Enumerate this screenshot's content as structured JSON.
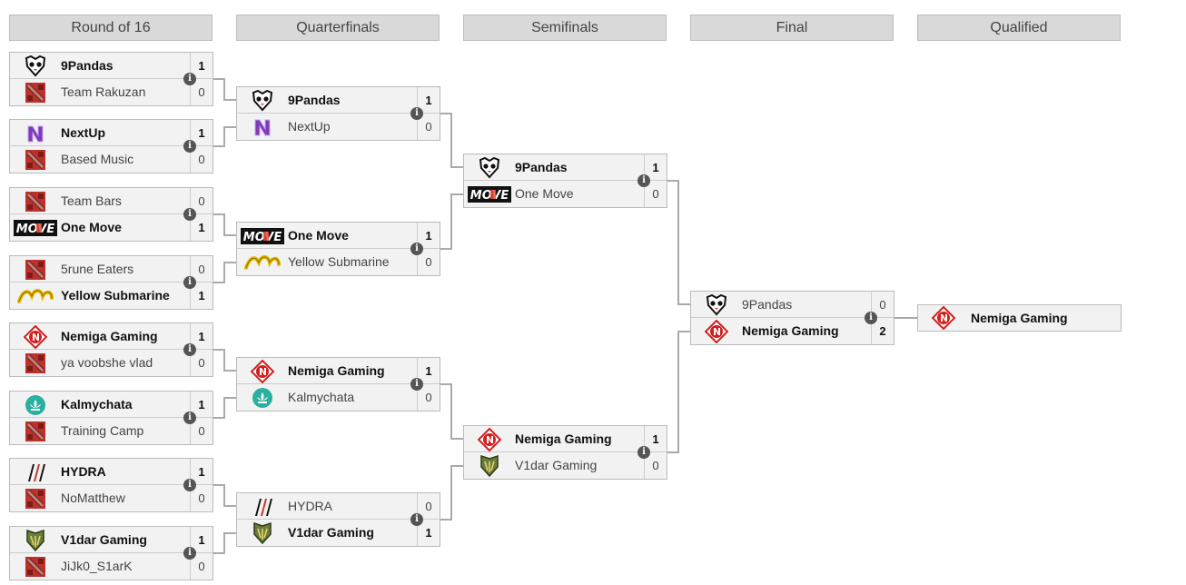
{
  "headers": {
    "r16": "Round of 16",
    "qf": "Quarterfinals",
    "sf": "Semifinals",
    "final": "Final",
    "qualified": "Qualified"
  },
  "info_glyph": "i",
  "colors": {
    "line": "#aaaaaa",
    "header_bg": "#d9d9d9",
    "cell_bg": "#f2f2f2"
  },
  "r16": [
    {
      "t1": "9Pandas",
      "s1": "1",
      "t2": "Team Rakuzan",
      "s2": "0"
    },
    {
      "t1": "NextUp",
      "s1": "1",
      "t2": "Based Music",
      "s2": "0"
    },
    {
      "t1": "Team Bars",
      "s1": "0",
      "t2": "One Move",
      "s2": "1"
    },
    {
      "t1": "5rune Eaters",
      "s1": "0",
      "t2": "Yellow Submarine",
      "s2": "1"
    },
    {
      "t1": "Nemiga Gaming",
      "s1": "1",
      "t2": "ya voobshe vlad",
      "s2": "0"
    },
    {
      "t1": "Kalmychata",
      "s1": "1",
      "t2": "Training Camp",
      "s2": "0"
    },
    {
      "t1": "HYDRA",
      "s1": "1",
      "t2": "NoMatthew",
      "s2": "0"
    },
    {
      "t1": "V1dar Gaming",
      "s1": "1",
      "t2": "JiJk0_S1arK",
      "s2": "0"
    }
  ],
  "qf": [
    {
      "t1": "9Pandas",
      "s1": "1",
      "t2": "NextUp",
      "s2": "0"
    },
    {
      "t1": "One Move",
      "s1": "1",
      "t2": "Yellow Submarine",
      "s2": "0"
    },
    {
      "t1": "Nemiga Gaming",
      "s1": "1",
      "t2": "Kalmychata",
      "s2": "0"
    },
    {
      "t1": "HYDRA",
      "s1": "0",
      "t2": "V1dar Gaming",
      "s2": "1"
    }
  ],
  "sf": [
    {
      "t1": "9Pandas",
      "s1": "1",
      "t2": "One Move",
      "s2": "0"
    },
    {
      "t1": "Nemiga Gaming",
      "s1": "1",
      "t2": "V1dar Gaming",
      "s2": "0"
    }
  ],
  "final": [
    {
      "t1": "9Pandas",
      "s1": "0",
      "t2": "Nemiga Gaming",
      "s2": "2"
    }
  ],
  "qualified": {
    "team": "Nemiga Gaming"
  },
  "logos": {
    "9Pandas": "panda-icon",
    "NextUp": "nextup-icon",
    "One Move": "move-wordmark-icon",
    "Yellow Submarine": "submarine-icon",
    "Nemiga Gaming": "nemiga-icon",
    "Kalmychata": "lotus-icon",
    "HYDRA": "hydra-icon",
    "V1dar Gaming": "vidar-shield-icon",
    "default": "dota-icon"
  },
  "move_wordmark": "MOVE"
}
